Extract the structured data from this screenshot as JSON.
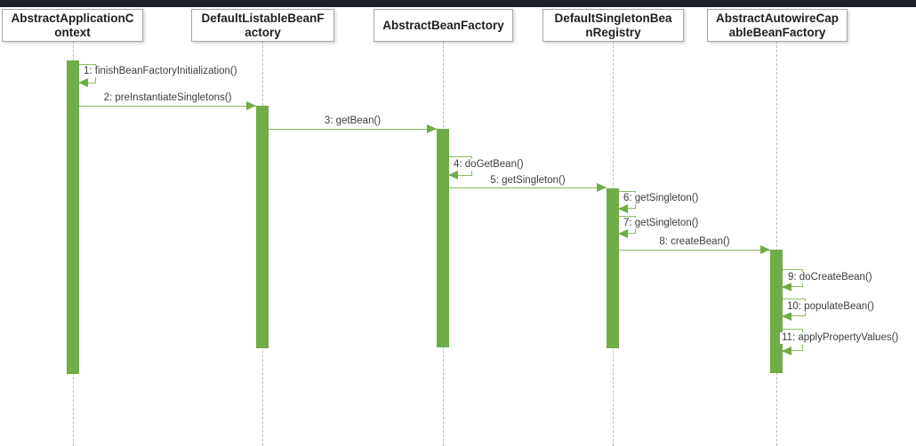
{
  "window": {
    "top_bar_color": "#1c212b"
  },
  "colors": {
    "activation_green": "#70ad47",
    "arrow_line_green": "#85b95c",
    "loop_border_green": "#8bbd62",
    "lifeline_gray": "#bcbcbc",
    "box_border_gray": "#a6a6a6",
    "label_text": "#3d3d3d",
    "header_text": "#1f1f1f"
  },
  "diagram": {
    "type": "uml-sequence",
    "participants": [
      {
        "name": "AbstractApplicationContext",
        "label": "AbstractApplicationC\nontext"
      },
      {
        "name": "DefaultListableBeanFactory",
        "label": "DefaultListableBeanF\nactory"
      },
      {
        "name": "AbstractBeanFactory",
        "label": "AbstractBeanFactory"
      },
      {
        "name": "DefaultSingletonBeanRegistry",
        "label": "DefaultSingletonBea\nnRegistry"
      },
      {
        "name": "AbstractAutowireCapableBeanFactory",
        "label": "AbstractAutowireCap\nableBeanFactory"
      }
    ],
    "messages": [
      {
        "seq": 1,
        "label": "1: finishBeanFactoryInitialization()",
        "from": "AbstractApplicationContext",
        "to": "AbstractApplicationContext",
        "kind": "self"
      },
      {
        "seq": 2,
        "label": "2: preInstantiateSingletons()",
        "from": "AbstractApplicationContext",
        "to": "DefaultListableBeanFactory",
        "kind": "call"
      },
      {
        "seq": 3,
        "label": "3: getBean()",
        "from": "DefaultListableBeanFactory",
        "to": "AbstractBeanFactory",
        "kind": "call"
      },
      {
        "seq": 4,
        "label": "4: doGetBean()",
        "from": "AbstractBeanFactory",
        "to": "AbstractBeanFactory",
        "kind": "self"
      },
      {
        "seq": 5,
        "label": "5: getSingleton()",
        "from": "AbstractBeanFactory",
        "to": "DefaultSingletonBeanRegistry",
        "kind": "call"
      },
      {
        "seq": 6,
        "label": "6: getSingleton()",
        "from": "DefaultSingletonBeanRegistry",
        "to": "DefaultSingletonBeanRegistry",
        "kind": "self"
      },
      {
        "seq": 7,
        "label": "7: getSingleton()",
        "from": "DefaultSingletonBeanRegistry",
        "to": "DefaultSingletonBeanRegistry",
        "kind": "self"
      },
      {
        "seq": 8,
        "label": "8: createBean()",
        "from": "DefaultSingletonBeanRegistry",
        "to": "AbstractAutowireCapableBeanFactory",
        "kind": "call"
      },
      {
        "seq": 9,
        "label": "9: doCreateBean()",
        "from": "AbstractAutowireCapableBeanFactory",
        "to": "AbstractAutowireCapableBeanFactory",
        "kind": "self"
      },
      {
        "seq": 10,
        "label": "10: populateBean()",
        "from": "AbstractAutowireCapableBeanFactory",
        "to": "AbstractAutowireCapableBeanFactory",
        "kind": "self"
      },
      {
        "seq": 11,
        "label": "11: applyPropertyValues()",
        "from": "AbstractAutowireCapableBeanFactory",
        "to": "AbstractAutowireCapableBeanFactory",
        "kind": "self"
      }
    ]
  }
}
